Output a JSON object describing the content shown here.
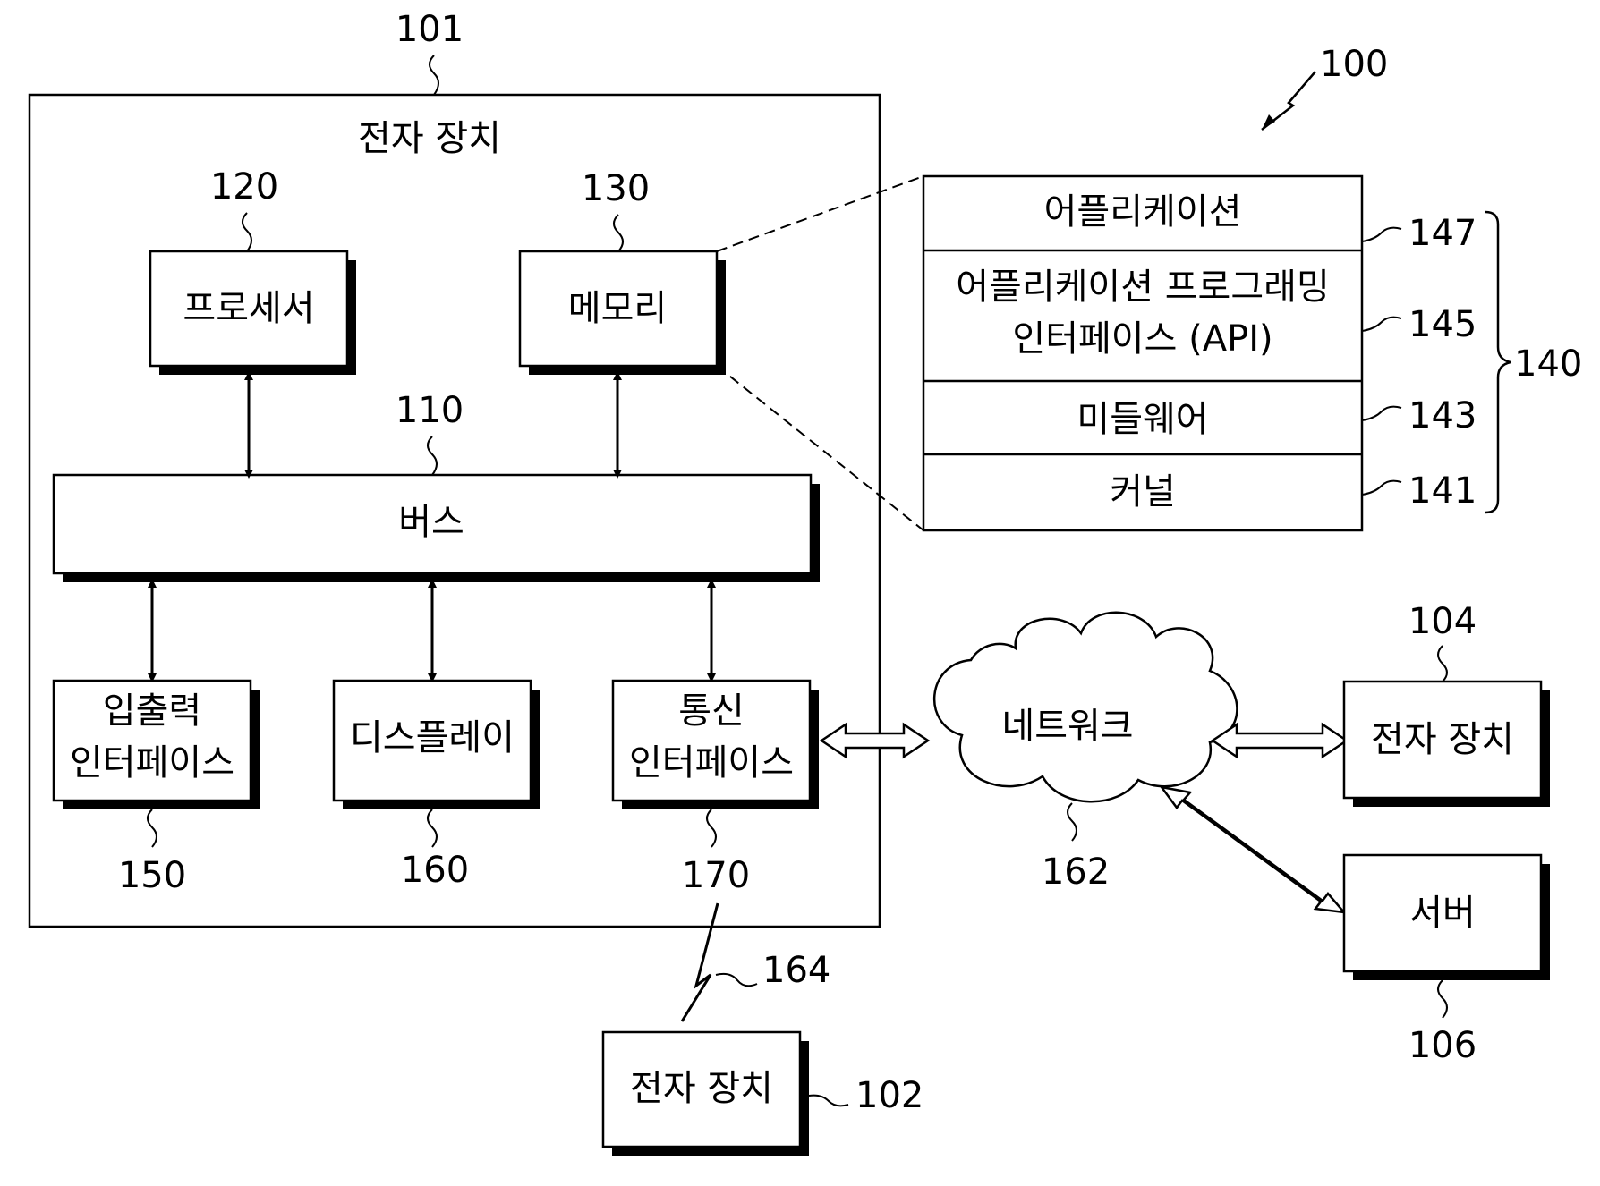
{
  "figure_label": "100",
  "device": {
    "ref": "101",
    "title": "전자 장치"
  },
  "processor": {
    "ref": "120",
    "label": "프로세서"
  },
  "memory": {
    "ref": "130",
    "label": "메모리"
  },
  "bus": {
    "ref": "110",
    "label": "버스"
  },
  "io_interface": {
    "ref": "150",
    "line1": "입출력",
    "line2": "인터페이스"
  },
  "display": {
    "ref": "160",
    "label": "디스플레이"
  },
  "comm_interface": {
    "ref": "170",
    "line1": "통신",
    "line2": "인터페이스"
  },
  "program_stack": {
    "ref": "140",
    "layers": [
      {
        "ref": "147",
        "line1": "어플리케이션",
        "line2": ""
      },
      {
        "ref": "145",
        "line1": "어플리케이션 프로그래밍",
        "line2": "인터페이스 (API)"
      },
      {
        "ref": "143",
        "line1": "미들웨어",
        "line2": ""
      },
      {
        "ref": "141",
        "line1": "커널",
        "line2": ""
      }
    ]
  },
  "network": {
    "ref": "162",
    "label": "네트워크"
  },
  "external_device_104": {
    "ref": "104",
    "label": "전자 장치"
  },
  "server": {
    "ref": "106",
    "label": "서버"
  },
  "external_device_102": {
    "ref": "102",
    "label": "전자 장치"
  },
  "wireless_link": {
    "ref": "164"
  }
}
